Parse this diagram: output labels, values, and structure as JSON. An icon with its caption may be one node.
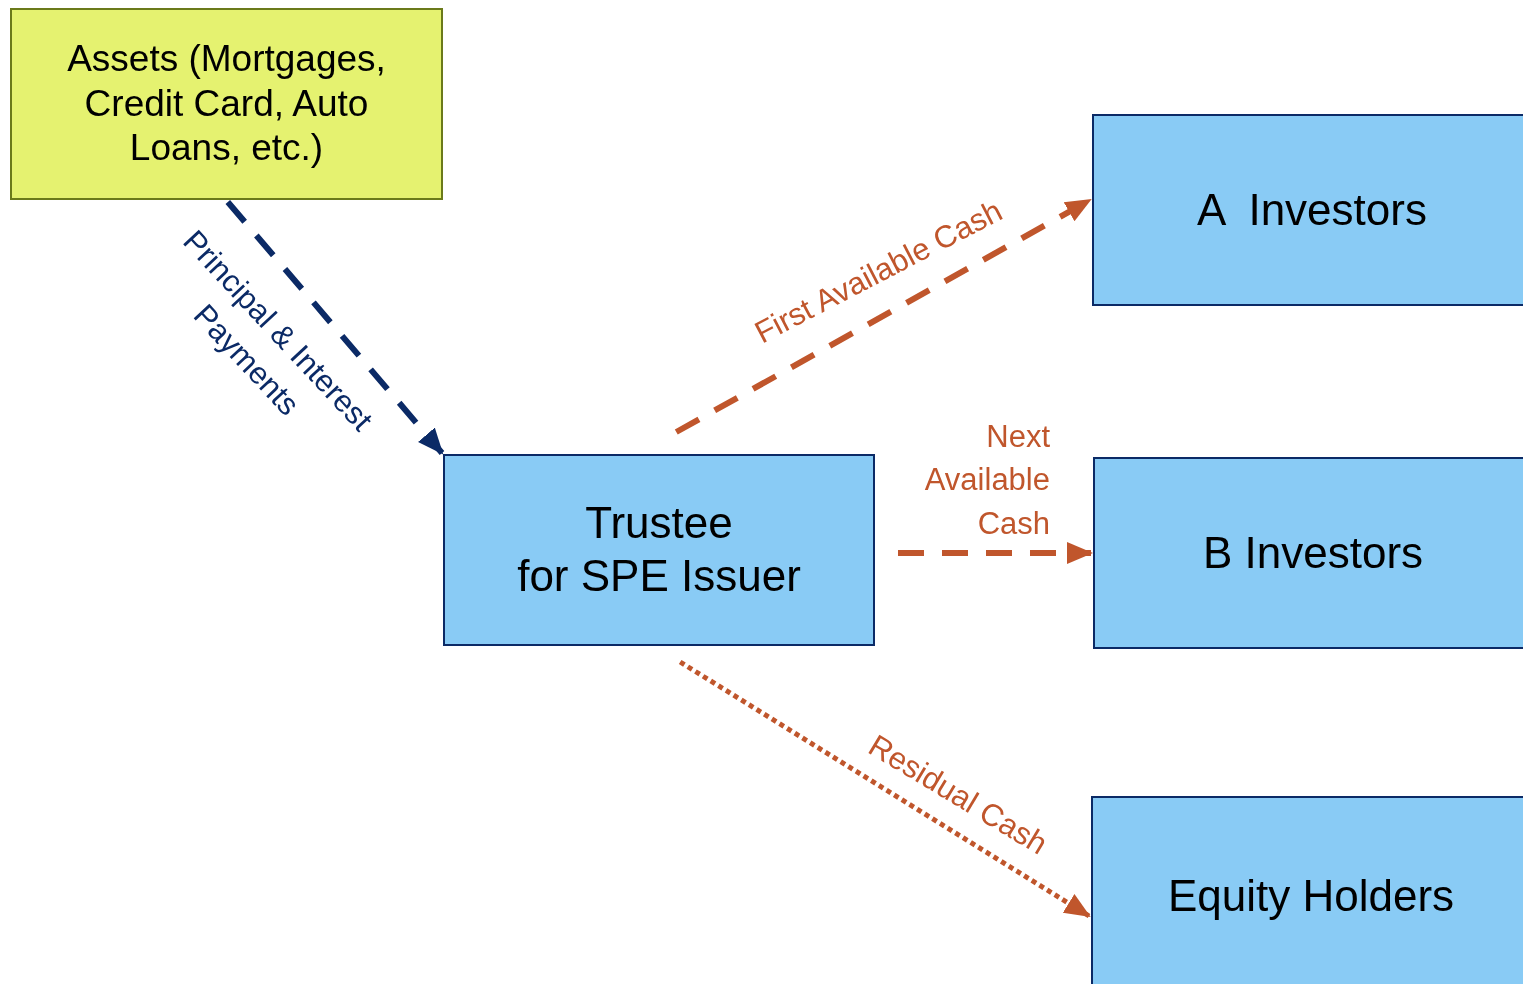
{
  "diagram": {
    "nodes": [
      {
        "text": [
          "Assets (Mortgages, Credit Card, Auto Loans, etc.)"
        ]
      },
      {
        "text": [
          "Trustee",
          "for SPE Issuer"
        ]
      },
      {
        "text": [
          "A  Investors"
        ]
      },
      {
        "text": [
          "B Investors"
        ]
      },
      {
        "text": [
          "Equity Holders"
        ]
      }
    ],
    "edges": [
      {
        "from": 0,
        "to": 1,
        "arrow": "to",
        "label": "Principal & Interest Payments",
        "style": "dashed",
        "color": "#0b2a66"
      },
      {
        "from": 1,
        "to": 2,
        "arrow": "to",
        "label": "First Available Cash",
        "style": "dashed"
      },
      {
        "from": 1,
        "to": 3,
        "arrow": "to",
        "label": "Next Available Cash",
        "style": "dashed"
      },
      {
        "from": 1,
        "to": 4,
        "arrow": "to",
        "label": "Residual Cash",
        "style": "dashed"
      }
    ]
  }
}
